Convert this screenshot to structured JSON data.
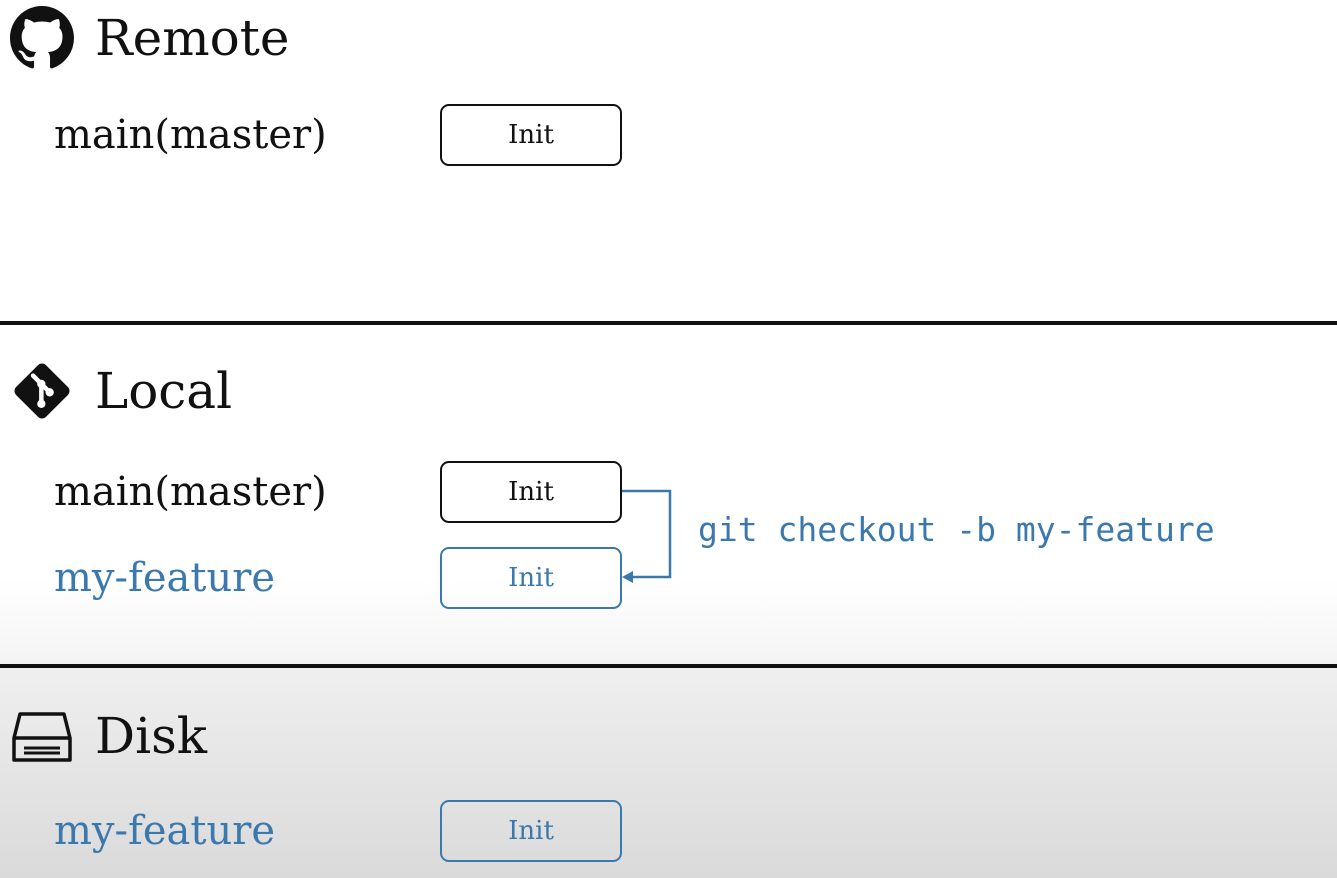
{
  "colors": {
    "ink": "#111111",
    "branch_blue": "#3a78ad",
    "divider": "#111111"
  },
  "remote": {
    "title": "Remote",
    "icon": "github-icon",
    "branches": [
      {
        "label": "main(master)",
        "commit": "Init"
      }
    ]
  },
  "local": {
    "title": "Local",
    "icon": "git-icon",
    "branches": [
      {
        "label": "main(master)",
        "commit": "Init"
      },
      {
        "label": "my-feature",
        "commit": "Init"
      }
    ],
    "command": "git checkout -b my-feature"
  },
  "disk": {
    "title": "Disk",
    "icon": "hard-drive-icon",
    "branches": [
      {
        "label": "my-feature",
        "commit": "Init"
      }
    ]
  }
}
